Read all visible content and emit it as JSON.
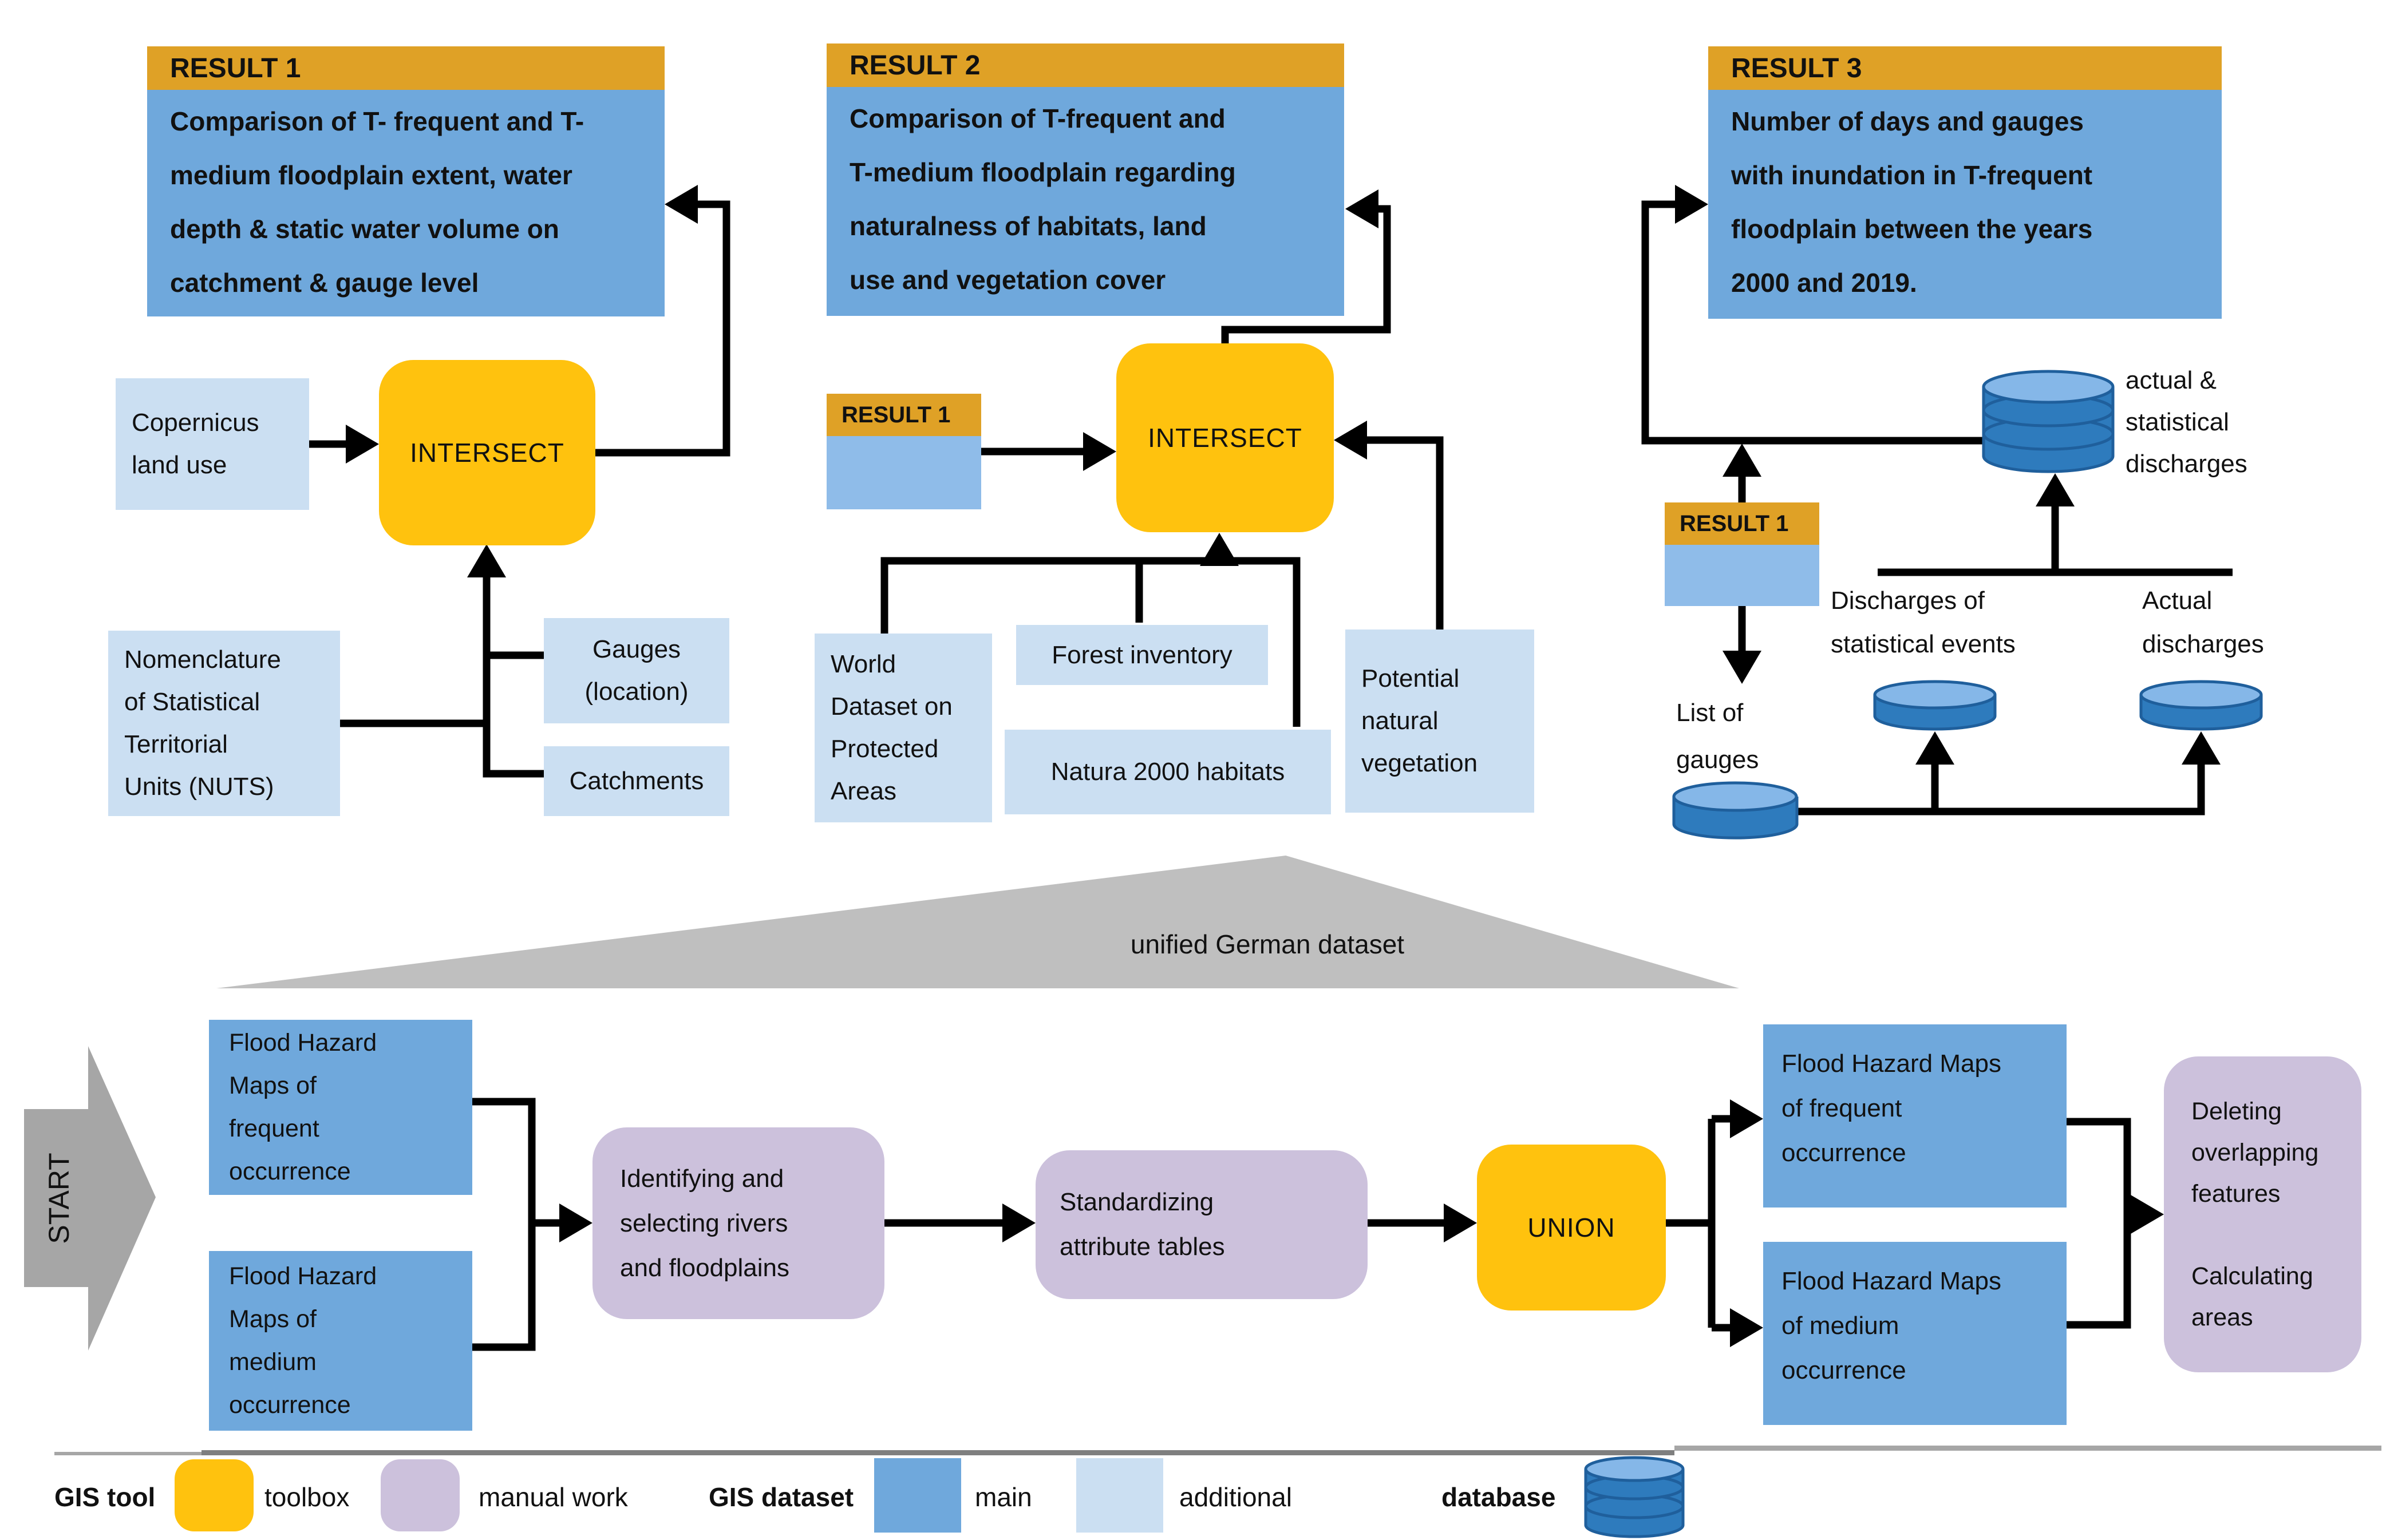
{
  "diagram": {
    "col1": {
      "result": {
        "header": "RESULT 1",
        "body": [
          "Comparison of T- frequent and T-",
          "medium floodplain extent, water",
          "depth & static water volume on",
          "catchment & gauge level"
        ]
      },
      "copernicus": [
        "Copernicus",
        "land use"
      ],
      "intersect": "INTERSECT",
      "nuts": [
        "Nomenclature",
        "of Statistical",
        "Territorial",
        "Units (NUTS)"
      ],
      "gauges": [
        "Gauges",
        "(location)"
      ],
      "catchments": "Catchments"
    },
    "col2": {
      "result": {
        "header": "RESULT 2",
        "body": [
          "Comparison of T-frequent and",
          "T-medium floodplain regarding",
          "naturalness of habitats, land",
          "use and vegetation cover"
        ]
      },
      "result1_ref": "RESULT 1",
      "intersect": "INTERSECT",
      "world": [
        "World",
        "Dataset on",
        "Protected",
        "Areas"
      ],
      "forest": "Forest inventory",
      "natura": "Natura 2000 habitats",
      "potential": [
        "Potential",
        "natural",
        "vegetation"
      ]
    },
    "col3": {
      "result": {
        "header": "RESULT 3",
        "body": [
          "Number of days and gauges",
          "with inundation in T-frequent",
          "floodplain between the years",
          "2000 and 2019."
        ]
      },
      "result1_ref": "RESULT 1",
      "db_label": [
        "actual &",
        "statistical",
        "discharges"
      ],
      "list_of_gauges": [
        "List of",
        "gauges"
      ],
      "discharges_statistical": [
        "Discharges of",
        "statistical events"
      ],
      "actual_discharges": [
        "Actual",
        "discharges"
      ]
    },
    "bottom": {
      "funnel_label": "unified German dataset",
      "start": "START",
      "fhm_frequent_in": [
        "Flood Hazard",
        "Maps of",
        "frequent",
        "occurrence"
      ],
      "fhm_medium_in": [
        "Flood Hazard",
        "Maps of",
        "medium",
        "occurrence"
      ],
      "identifying": [
        "Identifying and",
        "selecting rivers",
        "and floodplains"
      ],
      "standardizing": [
        "Standardizing",
        "attribute tables"
      ],
      "union": "UNION",
      "fhm_frequent_out": [
        "Flood Hazard Maps",
        "of frequent",
        "occurrence"
      ],
      "fhm_medium_out": [
        "Flood Hazard Maps",
        "of medium",
        "occurrence"
      ],
      "deleting": [
        "Deleting",
        "overlapping",
        "features",
        "",
        "Calculating",
        "areas"
      ]
    }
  },
  "legend": {
    "gis_tool": "GIS tool",
    "toolbox": "toolbox",
    "manual_work": "manual work",
    "gis_dataset": "GIS dataset",
    "main": "main",
    "additional": "additional",
    "database": "database"
  },
  "icons": {
    "database": "database-cylinder-stack",
    "small_database": "database-cylinder",
    "start": "right-block-arrow",
    "funnel": "gray-triangle-funnel"
  },
  "colors": {
    "header_orange": "#dfa126",
    "tool_gold": "#ffc20e",
    "dataset_main_blue": "#6fa8dc",
    "dataset_additional_blue": "#cbdff2",
    "result_ref_blue": "#8fbce9",
    "manual_lavender": "#ccc1dc",
    "database_blue": "#2e7bbd",
    "database_blue_light": "#85b7e8",
    "funnel_gray": "#bfbfbf",
    "start_gray": "#a6a6a6",
    "connector_black": "#000000"
  }
}
